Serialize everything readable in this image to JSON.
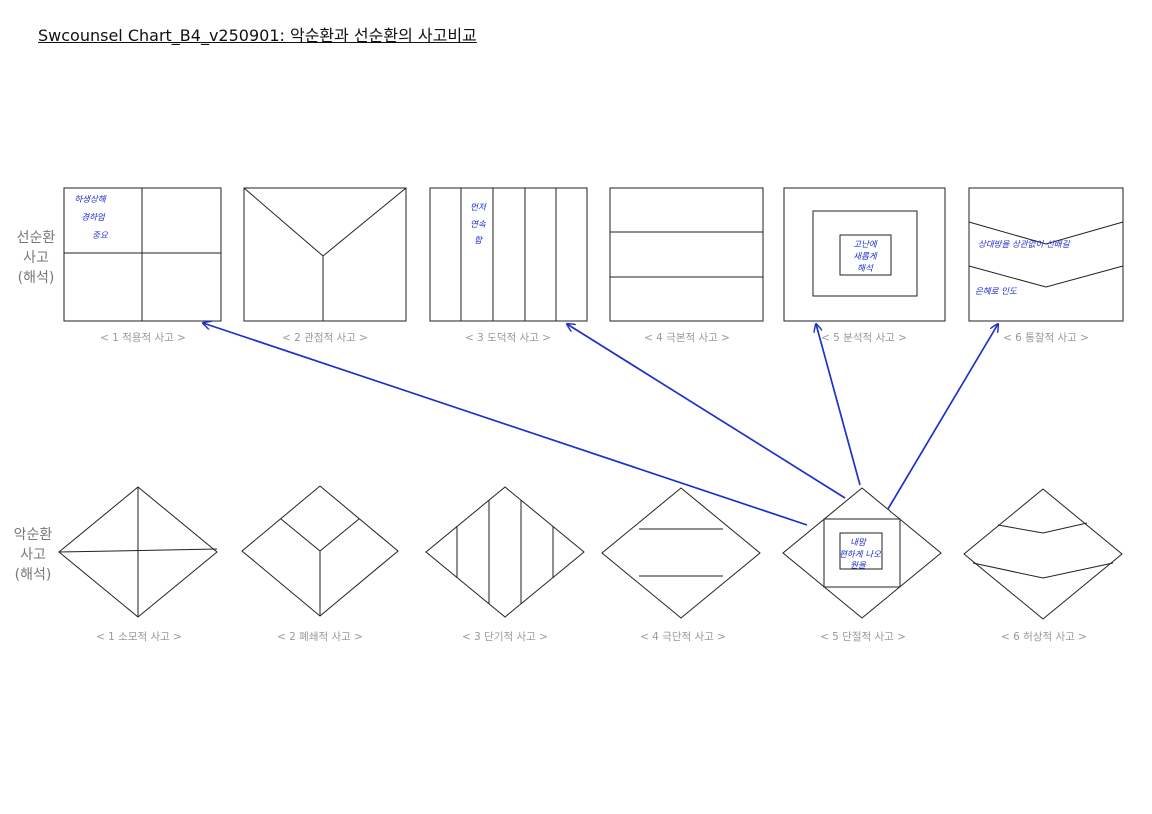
{
  "title": "Swcounsel Chart_B4_v250901: 악순환과 선순환의 사고비교",
  "rows": {
    "virtuous": [
      "선순환",
      "사고",
      "(해석)"
    ],
    "vicious": [
      "악순환",
      "사고",
      "(해석)"
    ]
  },
  "virtuous_captions": [
    "< 1 적용적 사고 >",
    "< 2 관점적 사고 >",
    "< 3 도덕적 사고 >",
    "< 4 극본적 사고 >",
    "< 5 분석적 사고 >",
    "< 6 통찰적 사고 >"
  ],
  "vicious_captions": [
    "< 1 소모적 사고 >",
    "< 2 폐쇄적 사고 >",
    "< 3 단기적 사고 >",
    "< 4 극단적 사고 >",
    "< 5 단절적 사고 >",
    "< 6 허상적 사고 >"
  ],
  "notes": {
    "v1": [
      "하생상해",
      "경하엄",
      "중요"
    ],
    "v3": [
      "먼저",
      "연속",
      "함"
    ],
    "v5": [
      "고난에",
      "새롭게",
      "해석"
    ],
    "v6a": "상대방을 상관없이 선배길",
    "v6b": "은혜로 인도",
    "d5": [
      "내맘",
      "편하게 나오",
      "원을"
    ]
  },
  "colors": {
    "arrow": "#1e32c8",
    "line": "#222222",
    "caption": "#999999",
    "label": "#777777"
  }
}
